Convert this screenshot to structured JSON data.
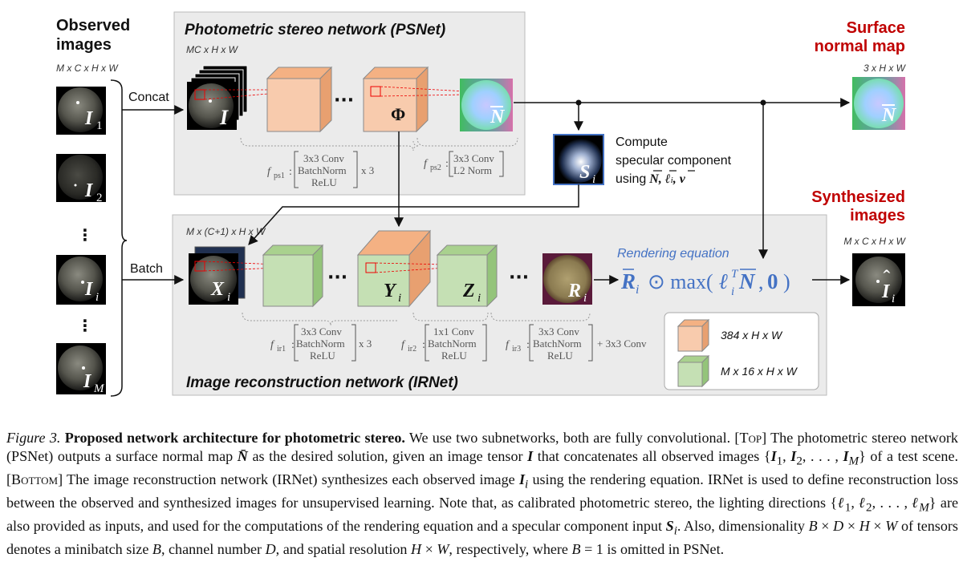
{
  "figure": {
    "labels": {
      "observed": [
        "Observed",
        "images"
      ],
      "observed_dims": "M x C x H x W",
      "psnet_title": "Photometric stereo network  (PSNet)",
      "psnet_dims": "MC x H x W",
      "concat": "Concat",
      "batch": "Batch",
      "surface": [
        "Surface",
        "normal map"
      ],
      "surface_dims": "3 x H x W",
      "compute": [
        "Compute",
        "specular component",
        "using"
      ],
      "synth": [
        "Synthesized",
        "images"
      ],
      "synth_dims": "M x C x H x W",
      "irnet_dims": "M x (C+1) x H x W",
      "rendering_eq": "Rendering equation",
      "irnet_title": "Image reconstruction network  (IRNet)",
      "ellipsis": "···",
      "plus_conv": "+ 3x3 Conv",
      "x3": "x 3"
    },
    "image_labels": {
      "I1": "I",
      "I1_sub": "1",
      "I2": "I",
      "I2_sub": "2",
      "Ii": "I",
      "Ii_sub": "i",
      "IM": "I",
      "IM_sub": "M",
      "tensor_I": "I",
      "Phi": "Φ",
      "N": "N",
      "S": "S",
      "S_sub": "i",
      "X": "X",
      "X_sub": "i",
      "Y": "Y",
      "Y_sub": "i",
      "Z": "Z",
      "Z_sub": "i",
      "R": "R",
      "R_sub": "i",
      "Ihat": "I",
      "Ihat_sub": "i"
    },
    "layers": {
      "fps1": {
        "name": "f",
        "sub": "ps1",
        "lines": [
          "3x3 Conv",
          "BatchNorm",
          "ReLU"
        ]
      },
      "fps2": {
        "name": "f",
        "sub": "ps2",
        "lines": [
          "3x3 Conv",
          "L2 Norm"
        ]
      },
      "fir1": {
        "name": "f",
        "sub": "ir1",
        "lines": [
          "3x3 Conv",
          "BatchNorm",
          "ReLU"
        ]
      },
      "fir2": {
        "name": "f",
        "sub": "ir2",
        "lines": [
          "1x1 Conv",
          "BatchNorm",
          "ReLU"
        ]
      },
      "fir3": {
        "name": "f",
        "sub": "ir3",
        "lines": [
          "3x3 Conv",
          "BatchNorm",
          "ReLU"
        ]
      }
    },
    "legend": {
      "orange": "384 x H x W",
      "green": "M x 16 x H x W"
    },
    "colors": {
      "title_red": "#c00000",
      "eq_blue": "#4472c4",
      "orange_face": "#f8cbad",
      "green_face": "#c5e0b4",
      "panel_gray": "#ebebeb"
    }
  },
  "caption": {
    "label": "Figure 3.",
    "bold": "Proposed network architecture for photometric stereo."
  }
}
